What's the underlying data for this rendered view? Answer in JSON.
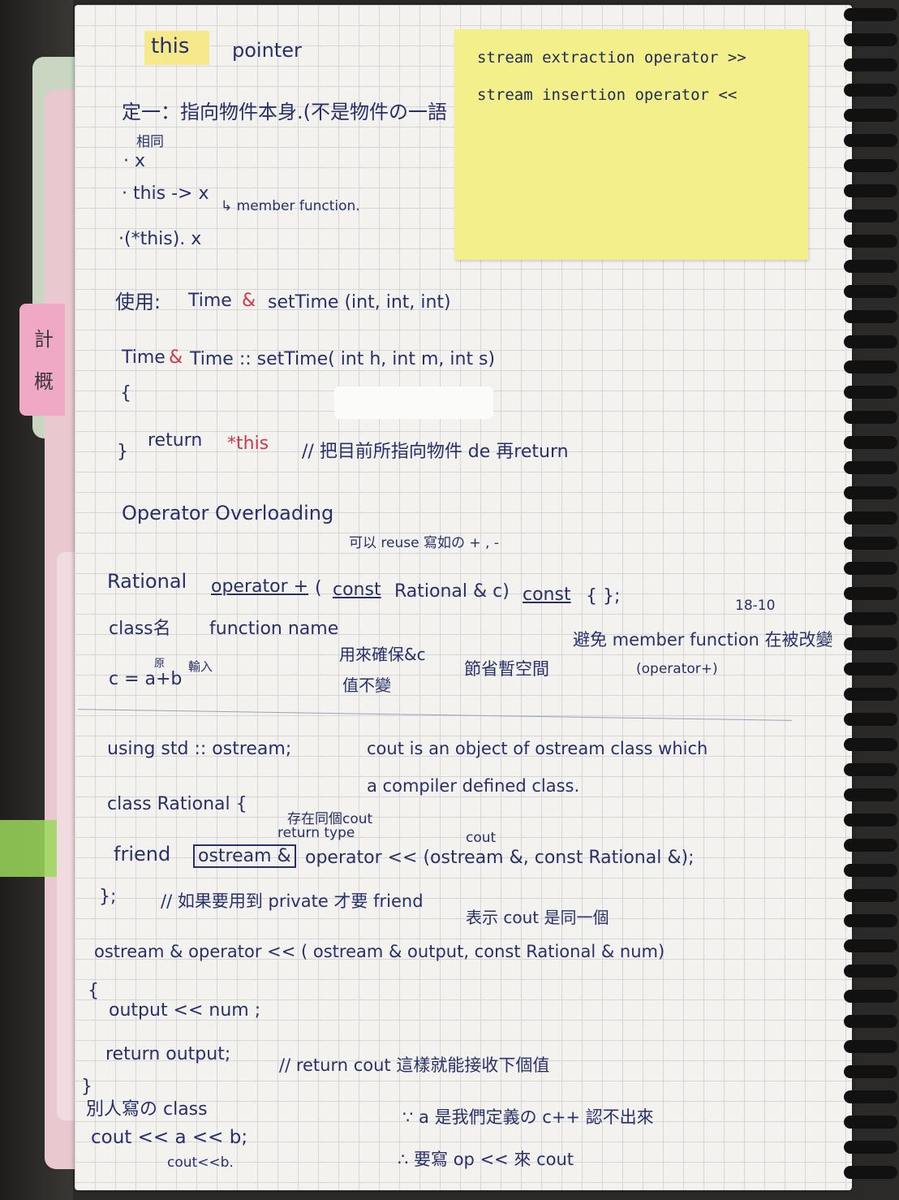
{
  "sticky_note": {
    "line1": "stream extraction operator >>",
    "line2": "stream insertion operator <<"
  },
  "divider_tab": {
    "text": "計概"
  },
  "notes": {
    "title_this": "this",
    "title_pointer": "pointer",
    "def": "定一：指向物件本身.(不是物件の一語",
    "same": "相同",
    "bullet1": "· x",
    "bullet2": "· this -> x",
    "member_fn": "↳ member function.",
    "bullet3": "·(*this). x",
    "use_label": "使用:",
    "use_code_a": "Time",
    "use_amp": "&",
    "use_code_b": "setTime (int, int, int)",
    "impl_a": "Time",
    "impl_amp": "&",
    "impl_b": "Time :: setTime( int h, int m, int s)",
    "brace_open": "{",
    "return_kw": "return",
    "return_this": "*this",
    "return_comment": "// 把目前所指向物件 de 再return",
    "brace_close": "}",
    "op_title": "Operator Overloading",
    "reuse": "可以 reuse 寫如の + , -",
    "rational": "Rational",
    "op_plus": "operator +",
    "op_paren": "(",
    "op_const1": "const",
    "op_param": "Rational & c)",
    "op_const2": "const",
    "op_tail": "{ };",
    "page_ref": "18-10",
    "class_name": "class名",
    "function_name": "function name",
    "avoid": "避免 member function 在被改變",
    "operator_plus_note": "(operator+)",
    "ensure1": "用來確保&c",
    "ensure2": "值不變",
    "save_space": "節省暫空間",
    "formula": "c = a+b",
    "orig": "原",
    "input": "輸入",
    "using": "using std :: ostream;",
    "cout_desc1": "cout is an object of ostream class which",
    "cout_desc2": "a compiler defined class.",
    "class_rational": "class Rational {",
    "same_cout": "存在同個cout",
    "return_type": "return type",
    "cout_label": "cout",
    "friend_kw": "friend",
    "friend_ostream": "ostream &",
    "friend_sig": "operator << (ostream &, const Rational &);",
    "close_semi": "};",
    "private_comment": "// 如果要用到 private 才要 friend",
    "same_cout2": "表示 cout 是同一個",
    "def_line": "ostream & operator << ( ostream & output, const Rational & num)",
    "brace_open2": "{",
    "output_line": "output << num ;",
    "return_output": "return output;",
    "return_cout_comment": "// return cout 這樣就能接收下個值",
    "brace_close2": "}",
    "others_class": "別人寫の class",
    "cout_ab": "cout << a << b;",
    "cout_b": "cout<<b.",
    "a_defined": "∵ a 是我們定義の c++ 認不出來",
    "need_op": "∴ 要寫 op << 來 cout"
  }
}
